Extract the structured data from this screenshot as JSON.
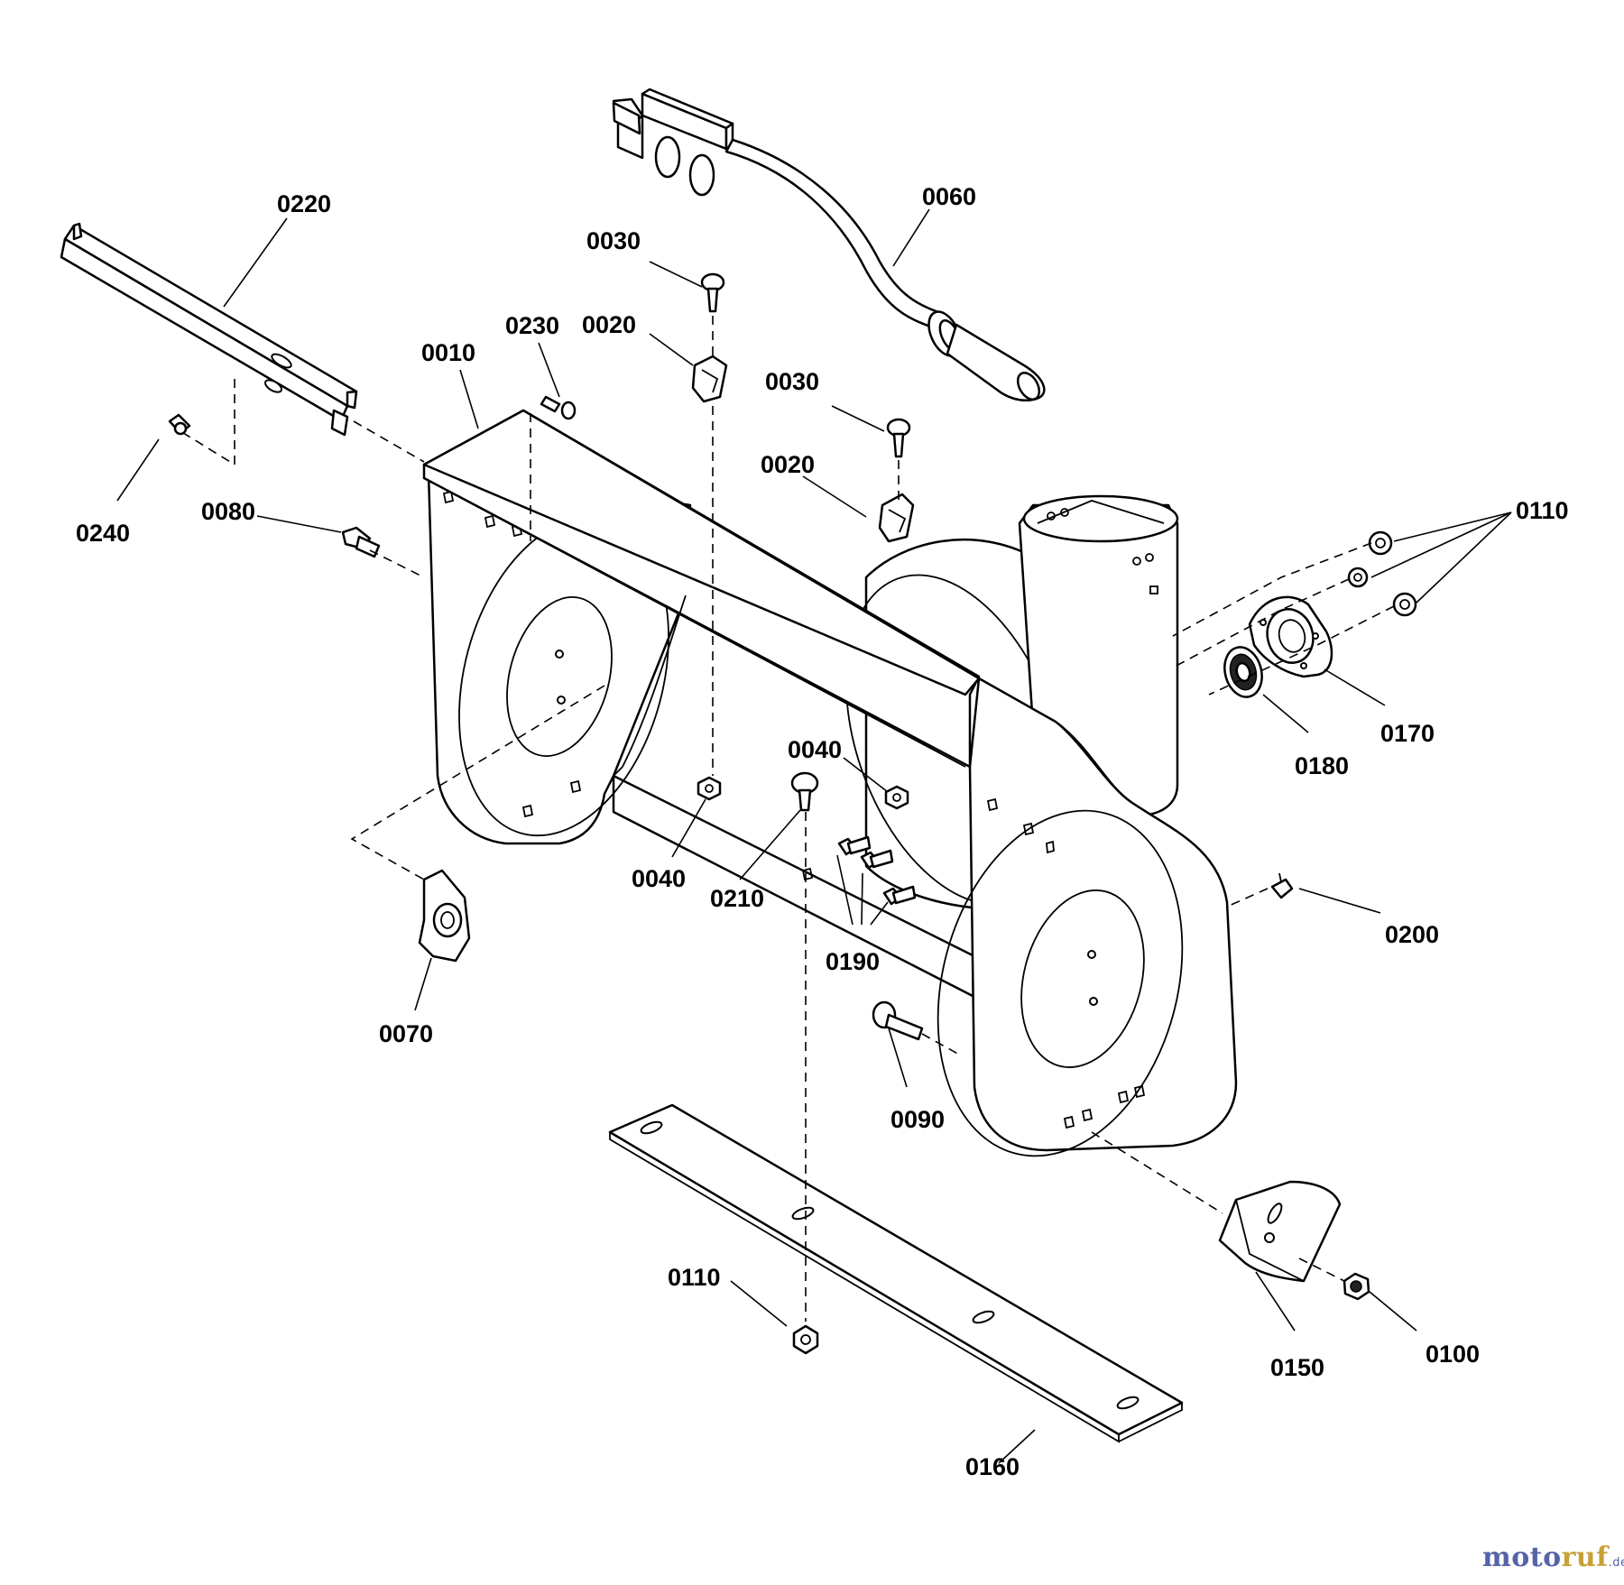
{
  "labels": [
    {
      "id": "0220",
      "text": "0220"
    },
    {
      "id": "0060",
      "text": "0060"
    },
    {
      "id": "0030a",
      "text": "0030"
    },
    {
      "id": "0230",
      "text": "0230"
    },
    {
      "id": "0020a",
      "text": "0020"
    },
    {
      "id": "0010",
      "text": "0010"
    },
    {
      "id": "0030b",
      "text": "0030"
    },
    {
      "id": "0020b",
      "text": "0020"
    },
    {
      "id": "0240",
      "text": "0240"
    },
    {
      "id": "0080",
      "text": "0080"
    },
    {
      "id": "0110a",
      "text": "0110"
    },
    {
      "id": "0170",
      "text": "0170"
    },
    {
      "id": "0180",
      "text": "0180"
    },
    {
      "id": "0040a",
      "text": "0040"
    },
    {
      "id": "0040b",
      "text": "0040"
    },
    {
      "id": "0210",
      "text": "0210"
    },
    {
      "id": "0200",
      "text": "0200"
    },
    {
      "id": "0190",
      "text": "0190"
    },
    {
      "id": "0070",
      "text": "0070"
    },
    {
      "id": "0090",
      "text": "0090"
    },
    {
      "id": "0110b",
      "text": "0110"
    },
    {
      "id": "0100",
      "text": "0100"
    },
    {
      "id": "0150",
      "text": "0150"
    },
    {
      "id": "0160",
      "text": "0160"
    }
  ],
  "watermark": {
    "part1": "moto",
    "part2": "ruf",
    "suffix": ".de"
  },
  "colors": {
    "line": "#000000",
    "background": "#ffffff",
    "watermark_blue": "#5563a8",
    "watermark_gold": "#c8a038"
  }
}
